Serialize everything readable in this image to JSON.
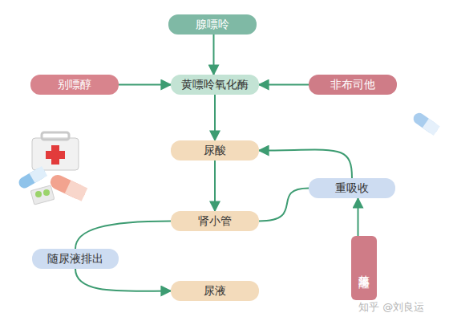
{
  "diagram": {
    "nodes": [
      {
        "text": [
          "腺嘌呤"
        ]
      },
      {
        "text": [
          "别嘌醇"
        ]
      },
      {
        "text": [
          "黄嘌呤氧化酶"
        ]
      },
      {
        "text": [
          "非布司他"
        ]
      },
      {
        "text": [
          "尿酸"
        ]
      },
      {
        "text": [
          "重吸收"
        ]
      },
      {
        "text": [
          "肾小管"
        ]
      },
      {
        "text": [
          "随尿液排出"
        ]
      },
      {
        "text": [
          "苯溴马隆"
        ]
      },
      {
        "text": [
          "尿液"
        ]
      }
    ],
    "edges": [
      {
        "from": 0,
        "to": 2,
        "arrow": "to"
      },
      {
        "from": 1,
        "to": 2,
        "arrow": "to"
      },
      {
        "from": 3,
        "to": 2,
        "arrow": "to"
      },
      {
        "from": 2,
        "to": 4,
        "arrow": "to"
      },
      {
        "from": 4,
        "to": 6,
        "arrow": "to"
      },
      {
        "from": 6,
        "to": 5,
        "arrow": "none"
      },
      {
        "from": 5,
        "to": 4,
        "arrow": "to"
      },
      {
        "from": 8,
        "to": 5,
        "arrow": "to"
      },
      {
        "from": 6,
        "to": 7,
        "arrow": "none"
      },
      {
        "from": 7,
        "to": 9,
        "arrow": "to"
      }
    ],
    "labels": [
      "知乎 @刘良运"
    ]
  }
}
